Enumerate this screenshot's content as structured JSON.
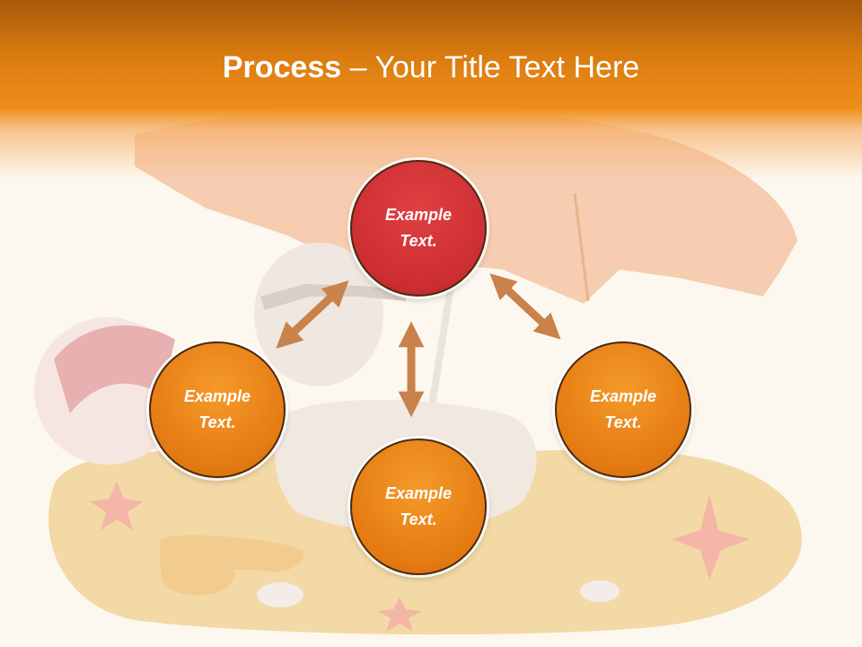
{
  "title": {
    "bold": "Process",
    "rest": " – Your Title Text Here"
  },
  "nodes": [
    {
      "label": "Example Text.",
      "color": "#cc2e33"
    },
    {
      "label": "Example Text.",
      "color": "#e47a12"
    },
    {
      "label": "Example Text.",
      "color": "#e47a12"
    },
    {
      "label": "Example Text.",
      "color": "#e47a12"
    }
  ],
  "colors": {
    "header": "#e8860f",
    "arrow": "#c8824a",
    "background": "#fdf8ef"
  }
}
